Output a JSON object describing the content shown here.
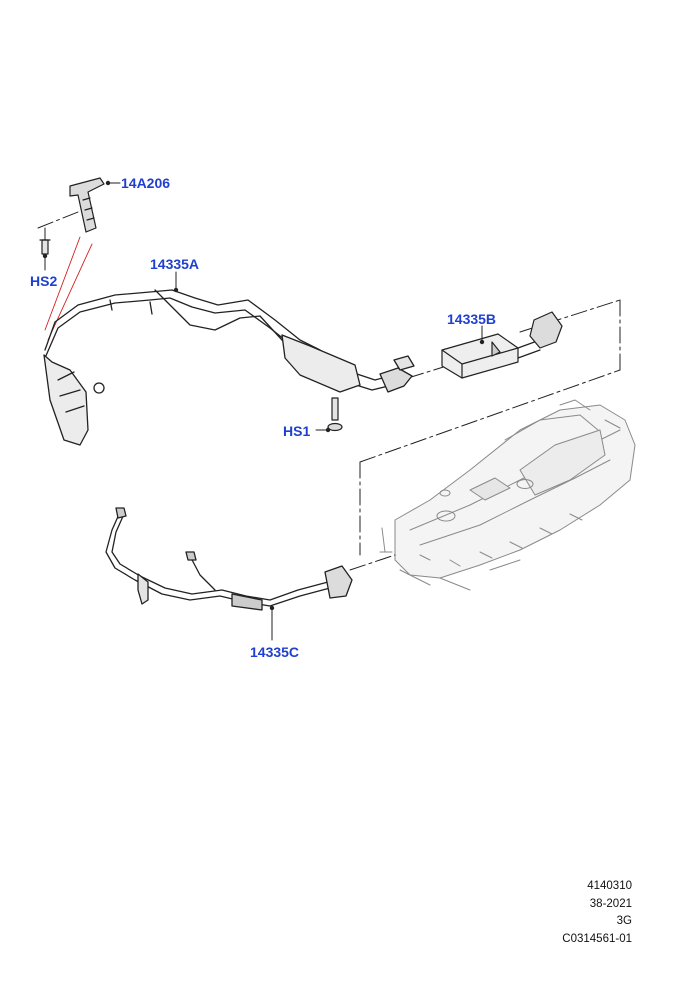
{
  "callouts": {
    "bracket": "14A206",
    "screw_hs2": "HS2",
    "harness_a": "14335A",
    "harness_b": "14335B",
    "screw_hs1": "HS1",
    "harness_c": "14335C"
  },
  "footer": {
    "line1": "4140310",
    "line2": "38-2021",
    "line3": "3G",
    "line4": "C0314561-01"
  },
  "colors": {
    "callout_text": "#1f3fd1",
    "line_art": "#222222",
    "leader_red": "#d42020",
    "background": "#ffffff"
  }
}
